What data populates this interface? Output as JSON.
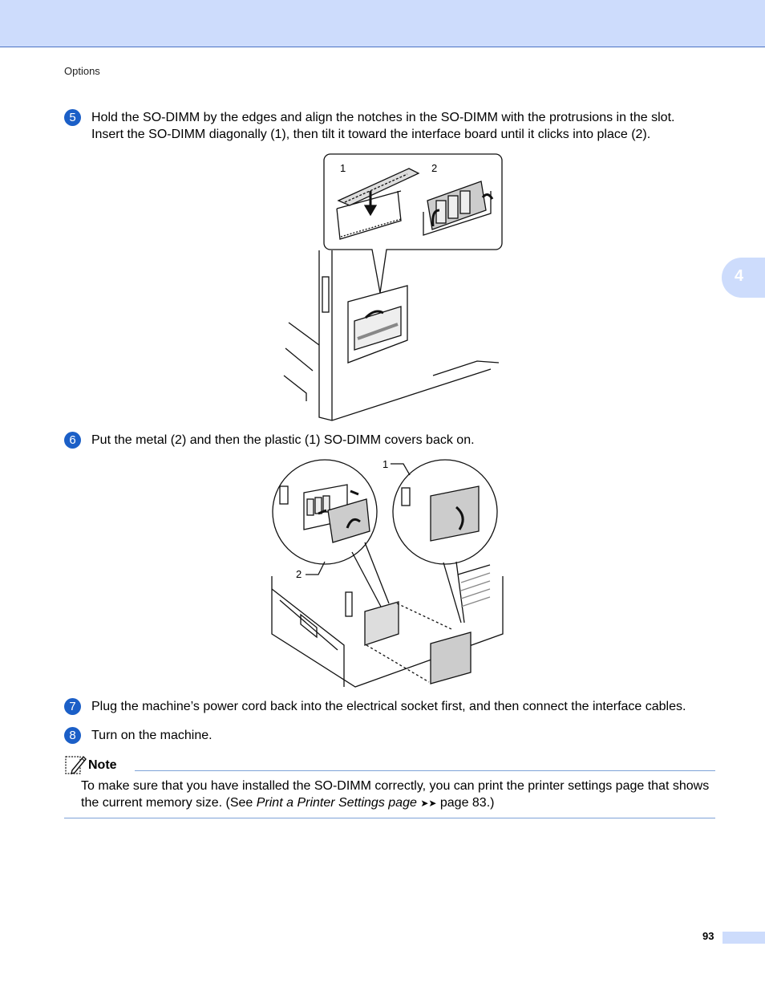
{
  "header": {
    "section": "Options"
  },
  "chapter_tab": "4",
  "steps": [
    {
      "number": "5",
      "lines": [
        "Hold the SO-DIMM by the edges and align the notches in the SO-DIMM with the protrusions in the slot.",
        "Insert the SO-DIMM diagonally (1), then tilt it toward the interface board until it clicks into place (2)."
      ]
    },
    {
      "number": "6",
      "text": "Put the metal (2) and then the plastic (1) SO-DIMM covers back on."
    },
    {
      "number": "7",
      "text": "Plug the machine’s power cord back into the electrical socket first, and then connect the interface cables."
    },
    {
      "number": "8",
      "text": "Turn on the machine."
    }
  ],
  "figure1": {
    "callout_1": "1",
    "callout_2": "2"
  },
  "figure2": {
    "callout_1": "1",
    "callout_2": "2"
  },
  "note": {
    "label": "Note",
    "text_before": "To make sure that you have installed the SO-DIMM correctly, you can print the printer settings page that shows the current memory size. (See ",
    "link": "Print a Printer Settings page",
    "arrows": "➤➤",
    "text_after": " page 83.)"
  },
  "page_number": "93"
}
